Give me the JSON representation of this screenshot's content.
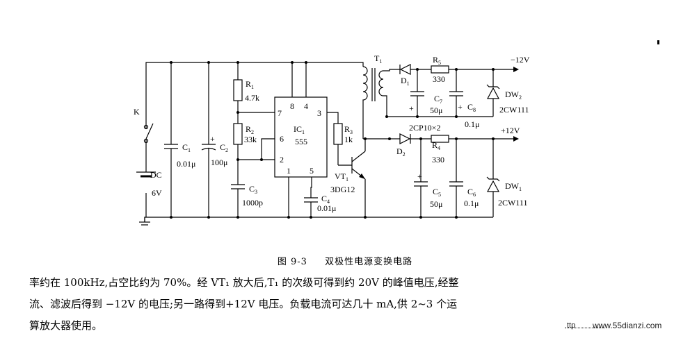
{
  "figure": {
    "number": "图 9-3",
    "title": "双极性电源变换电路"
  },
  "labels": {
    "switch": "K",
    "battery_name": "DC",
    "battery_voltage": "6V",
    "c1_name": "C",
    "c1_sub": "1",
    "c1_value": "0.01μ",
    "c2_name": "C",
    "c2_sub": "2",
    "c2_value": "100μ",
    "r1_name": "R",
    "r1_sub": "1",
    "r1_value": "4.7k",
    "r2_name": "R",
    "r2_sub": "2",
    "r2_value": "33k",
    "c3_name": "C",
    "c3_sub": "3",
    "c3_value": "1000p",
    "ic_name": "IC",
    "ic_sub": "1",
    "ic_part": "555",
    "pin7": "7",
    "pin8": "8",
    "pin4": "4",
    "pin3": "3",
    "pin6": "6",
    "pin2": "2",
    "pin1": "1",
    "pin5": "5",
    "c4_name": "C",
    "c4_sub": "4",
    "c4_value": "0.01μ",
    "r3_name": "R",
    "r3_sub": "3",
    "r3_value": "1k",
    "vt_name": "VT",
    "vt_sub": "1",
    "vt_part": "3DG12",
    "t_name": "T",
    "t_sub": "1",
    "d1_name": "D",
    "d1_sub": "1",
    "d2_name": "D",
    "d2_sub": "2",
    "diodes_part": "2CP10×2",
    "r5_name": "R",
    "r5_sub": "5",
    "r5_value": "330",
    "r4_name": "R",
    "r4_sub": "4",
    "r4_value": "330",
    "c7_name": "C",
    "c7_sub": "7",
    "c7_value": "50μ",
    "c8_name": "C",
    "c8_sub": "8",
    "c8_value": "0.1μ",
    "c5_name": "C",
    "c5_sub": "5",
    "c5_value": "50μ",
    "c6_name": "C",
    "c6_sub": "6",
    "c6_value": "0.1μ",
    "dw2_name": "DW",
    "dw2_sub": "2",
    "dw2_part": "2CW111",
    "dw1_name": "DW",
    "dw1_sub": "1",
    "dw1_part": "2CW111",
    "out_neg": "−12V",
    "out_pos": "+12V",
    "plus": "+"
  },
  "body_text": {
    "line1": "率约在 100kHz,占空比约为 70%。经 VT₁ 放大后,T₁ 的次级可得到约 20V 的峰值电压,经整",
    "line2": "流、滤波后得到 −12V 的电压;另一路得到+12V 电压。负载电流可达几十 mA,供 2~3 个运",
    "line3": "算放大器使用。"
  },
  "watermark": {
    "left": "ttp",
    "right": "www.55dianzi.com"
  }
}
